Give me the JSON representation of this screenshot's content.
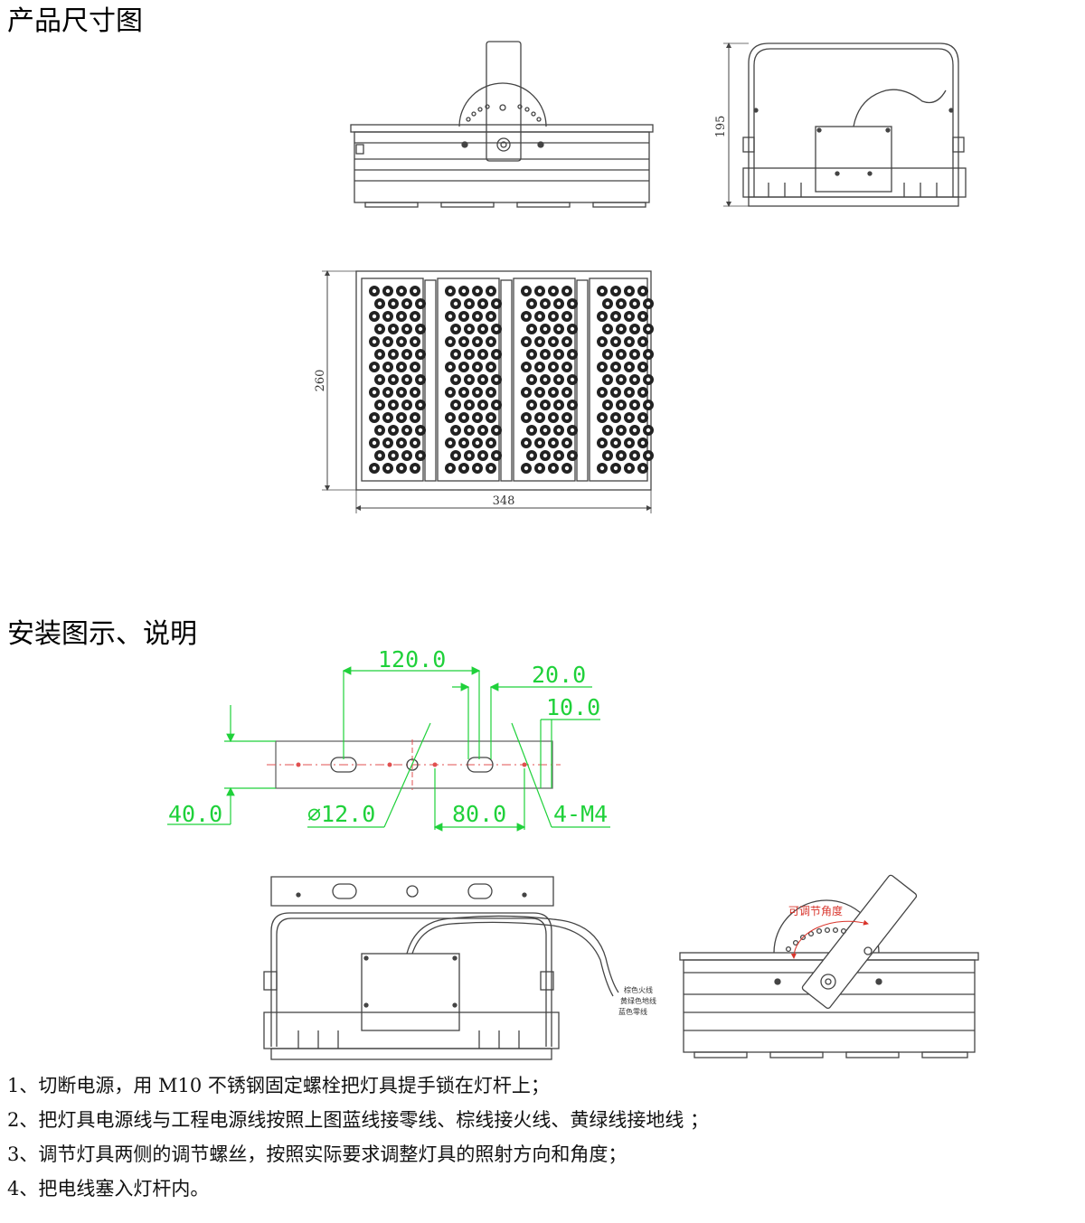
{
  "sections": {
    "dimensions_title": "产品尺寸图",
    "install_title": "安装图示、说明"
  },
  "dimensions": {
    "height": "195",
    "depth": "260",
    "width": "348"
  },
  "bracket_dims": {
    "slot_spacing": "120.0",
    "slot_length": "20.0",
    "edge_offset": "10.0",
    "bracket_width": "40.0",
    "center_hole": "⌀12.0",
    "hole_spacing": "80.0",
    "screw_holes": "4-M4"
  },
  "wiring_labels": [
    "棕色火线",
    "黄绿色地线",
    "蓝色零线"
  ],
  "adjust_label": "可调节角度",
  "steps": [
    "1、切断电源，用 M10 不锈钢固定螺栓把灯具提手锁在灯杆上；",
    "2、把灯具电源线与工程电源线按照上图蓝线接零线、棕线接火线、黄绿线接地线 ；",
    "3、调节灯具两侧的调节螺丝，按照实际要求调整灯具的照射方向和角度；",
    "4、把电线塞入灯杆内。"
  ],
  "colors": {
    "drawing_line": "#444444",
    "dimension_green": "#1fd13a",
    "annotation_red": "#d9342b",
    "centerline_red": "#e05050"
  }
}
